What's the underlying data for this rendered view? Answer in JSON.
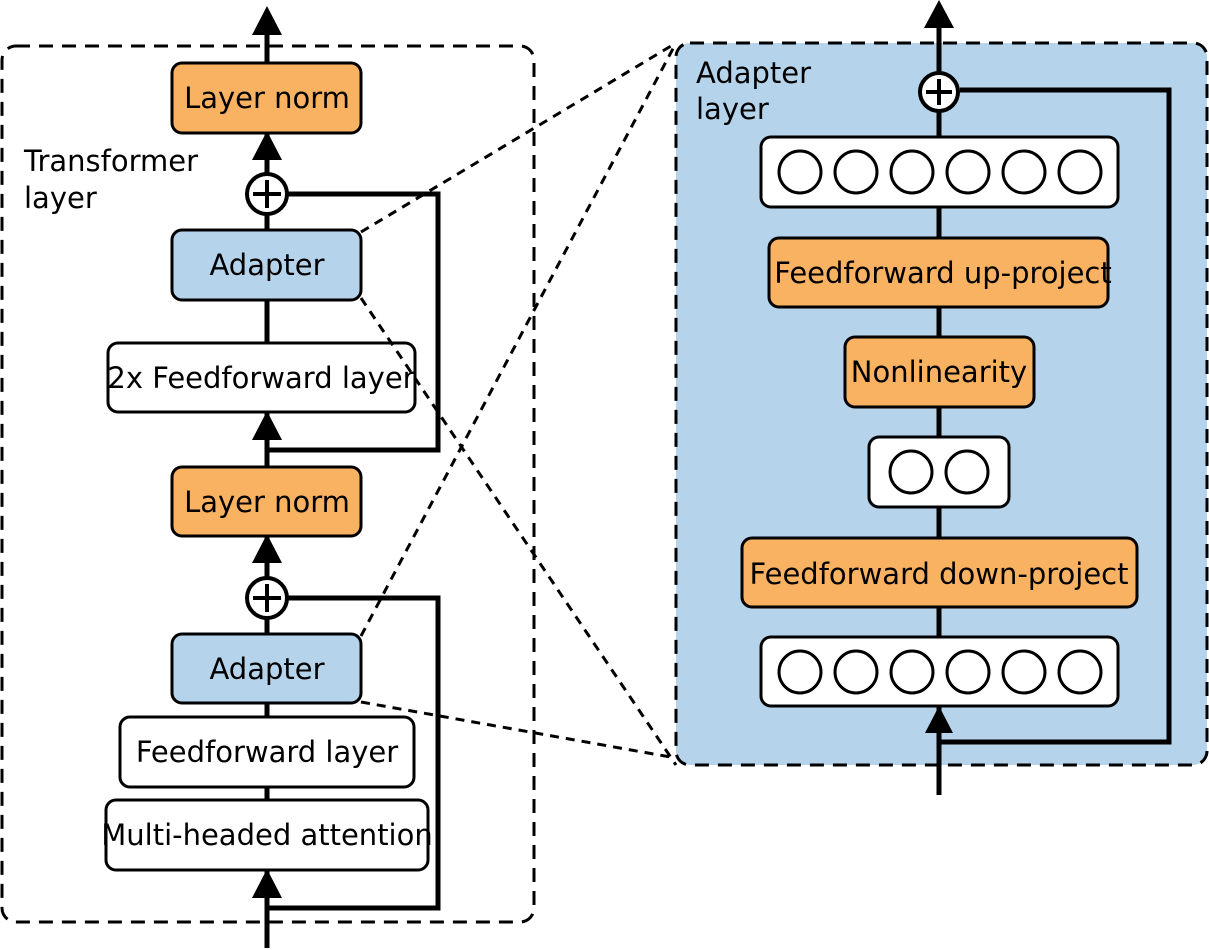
{
  "transformer": {
    "caption_line1": "Transformer",
    "caption_line2": "layer",
    "top_layer_norm": "Layer norm",
    "adapter_upper": "Adapter",
    "feedforward_2x": "2x Feedforward layer",
    "mid_layer_norm": "Layer norm",
    "adapter_lower": "Adapter",
    "feedforward": "Feedforward layer",
    "attention": "Multi-headed attention"
  },
  "adapter_layer": {
    "caption_line1": "Adapter",
    "caption_line2": "layer",
    "up_project": "Feedforward up-project",
    "nonlinearity": "Nonlinearity",
    "down_project": "Feedforward down-project"
  },
  "colors": {
    "orange": "#F9B262",
    "blue": "#B5D4EB",
    "panel": "#B5D4EB",
    "white": "#FFFFFF",
    "stroke": "#000000"
  }
}
